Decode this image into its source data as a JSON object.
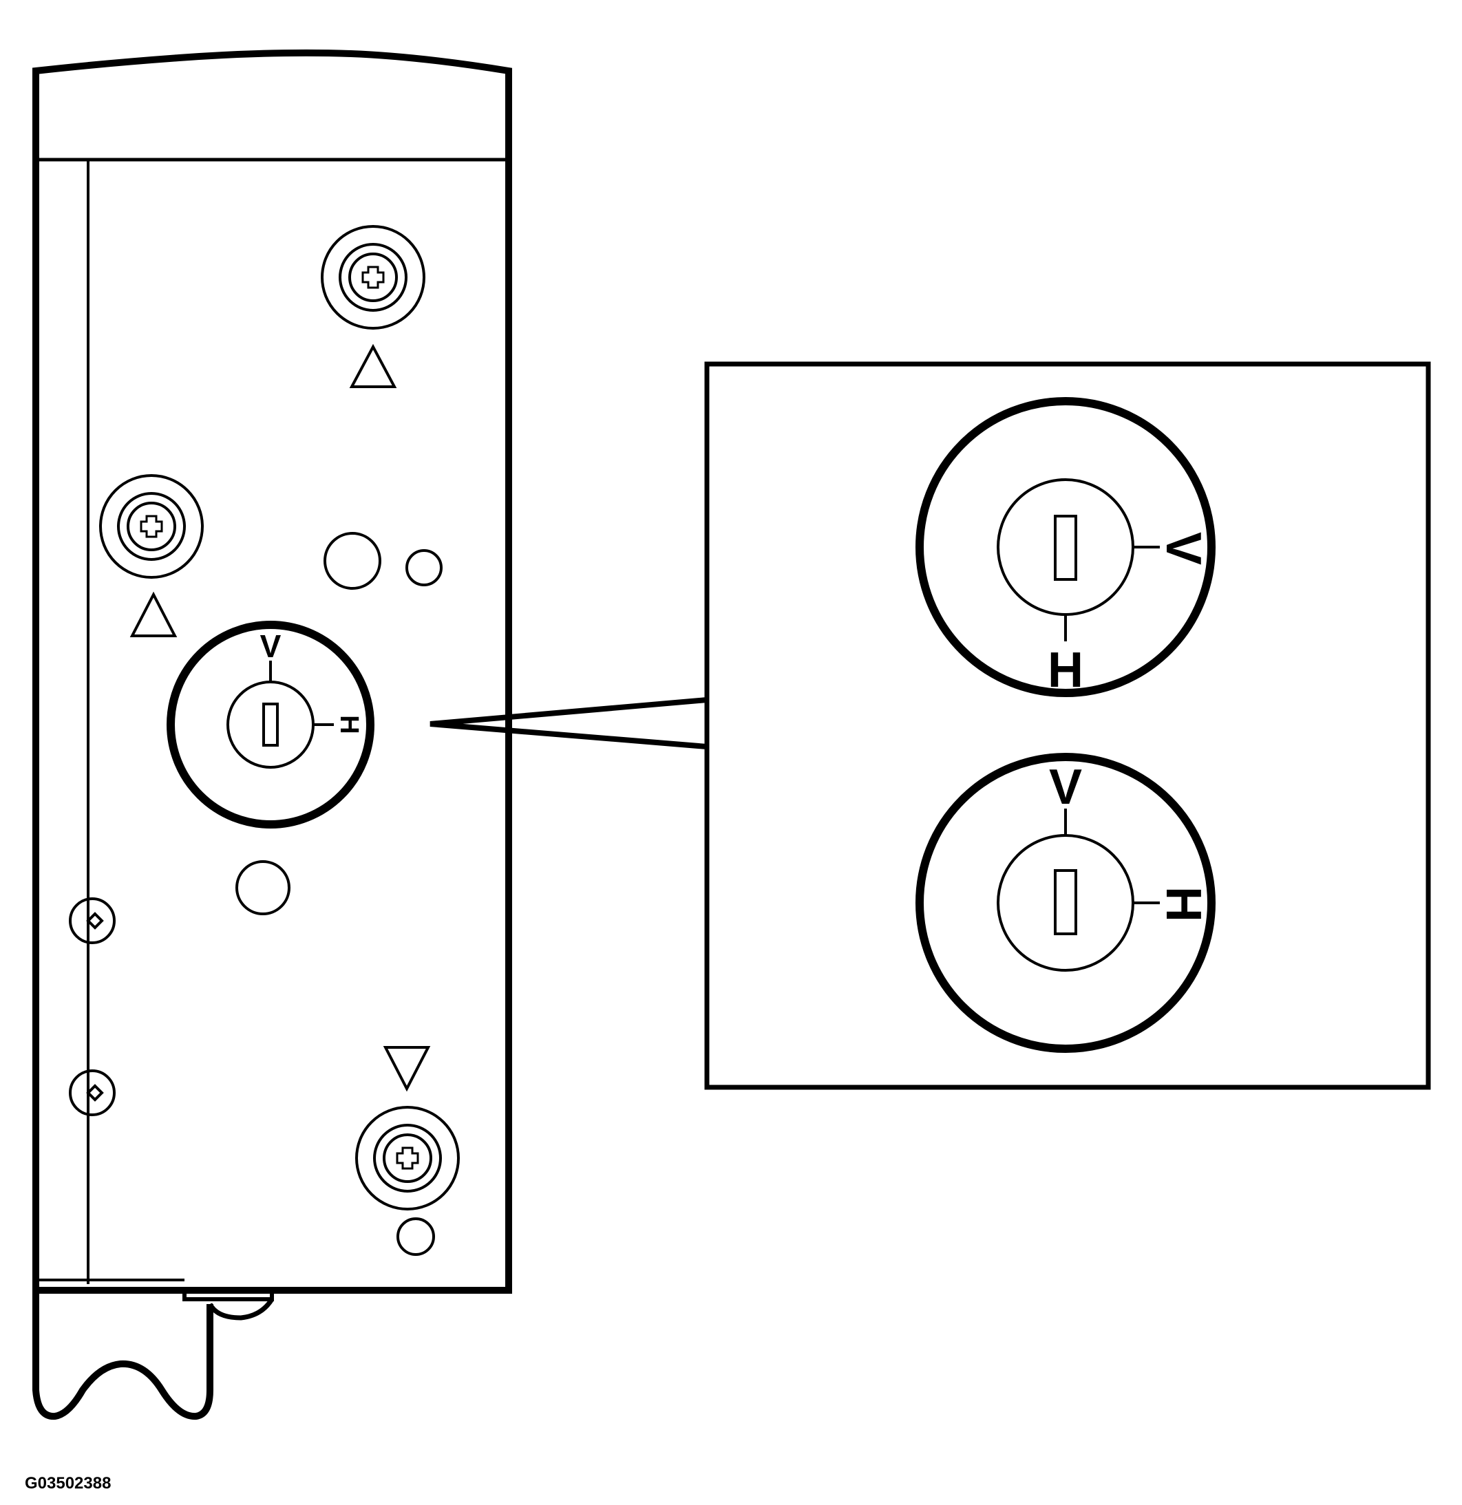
{
  "figure_id": "G03502388",
  "main_view": {
    "adjuster_labels": {
      "vertical": "V",
      "horizontal": "H"
    }
  },
  "inset": {
    "upper_adjuster_labels": {
      "vertical": "V",
      "horizontal": "H"
    },
    "lower_adjuster_labels": {
      "vertical": "V",
      "horizontal": "H"
    }
  },
  "colors": {
    "line": "#000000",
    "background": "#ffffff"
  }
}
